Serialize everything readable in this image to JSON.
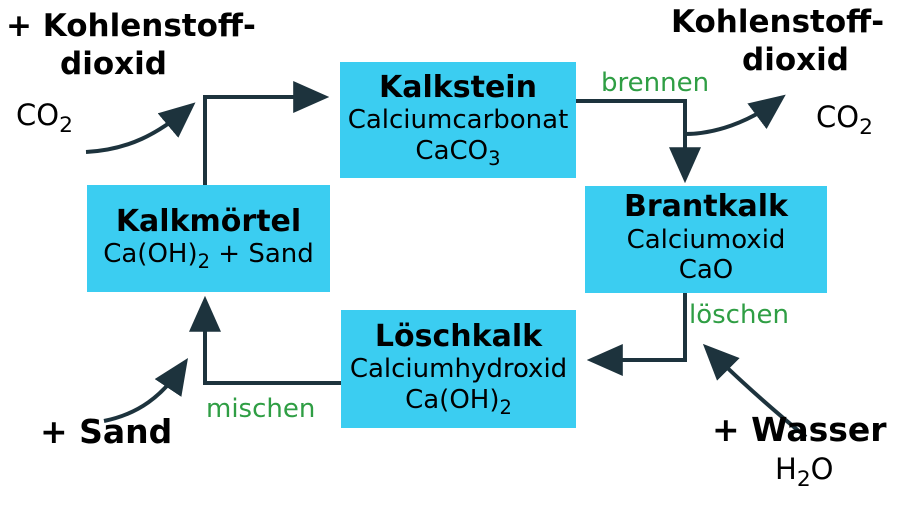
{
  "diagram": {
    "nodes": {
      "kalkstein": {
        "title": "Kalkstein",
        "substance": "Calciumcarbonat",
        "formula_pre": "CaCO",
        "formula_sub": "3",
        "formula_post": ""
      },
      "brantkalk": {
        "title": "Brantkalk",
        "substance": "Calciumoxid",
        "formula_pre": "CaO",
        "formula_sub": "",
        "formula_post": ""
      },
      "loeschkalk": {
        "title": "Löschkalk",
        "substance": "Calciumhydroxid",
        "formula_pre": "Ca(OH)",
        "formula_sub": "2",
        "formula_post": ""
      },
      "kalkmoertel": {
        "title": "Kalkmörtel",
        "formula_pre": "Ca(OH)",
        "formula_sub": "2",
        "formula_post": " + Sand"
      }
    },
    "process_labels": {
      "brennen": "brennen",
      "loeschen": "löschen",
      "mischen": "mischen"
    },
    "inputs_outputs": {
      "co2_in": {
        "line1": "+ Kohlenstoff-",
        "line2": "dioxid",
        "formula_pre": "CO",
        "formula_sub": "2",
        "formula_post": ""
      },
      "co2_out": {
        "line1": "Kohlenstoff-",
        "line2": "dioxid",
        "formula_pre": "CO",
        "formula_sub": "2",
        "formula_post": ""
      },
      "sand_in": {
        "label": "+ Sand"
      },
      "water_in": {
        "label": "+ Wasser",
        "formula_pre": "H",
        "formula_sub": "2",
        "formula_post": "O"
      }
    },
    "colors": {
      "box_fill": "#3bcdf1",
      "arrow": "#1d333d",
      "process_text": "#2f9e44",
      "text": "#000000"
    }
  }
}
